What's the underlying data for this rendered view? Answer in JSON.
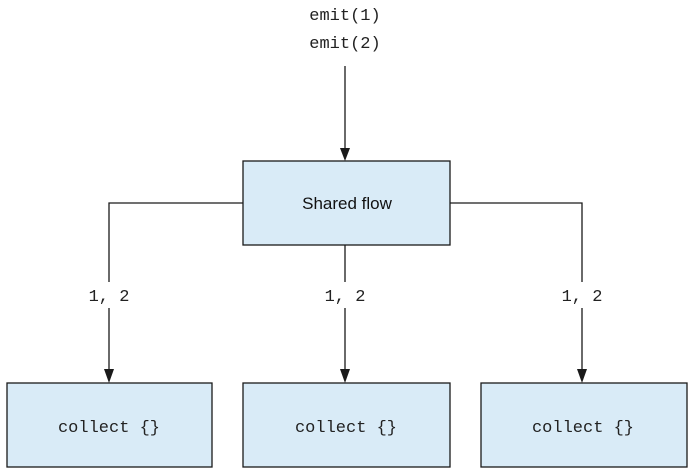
{
  "source": {
    "lines": [
      "emit(1)",
      "emit(2)"
    ]
  },
  "hub": {
    "label": "Shared flow"
  },
  "branches": [
    {
      "value_label": "1, 2",
      "collector_label": "collect {}"
    },
    {
      "value_label": "1, 2",
      "collector_label": "collect {}"
    },
    {
      "value_label": "1, 2",
      "collector_label": "collect {}"
    }
  ],
  "colors": {
    "box_fill": "#d9ebf7",
    "stroke": "#1a1a1a"
  }
}
